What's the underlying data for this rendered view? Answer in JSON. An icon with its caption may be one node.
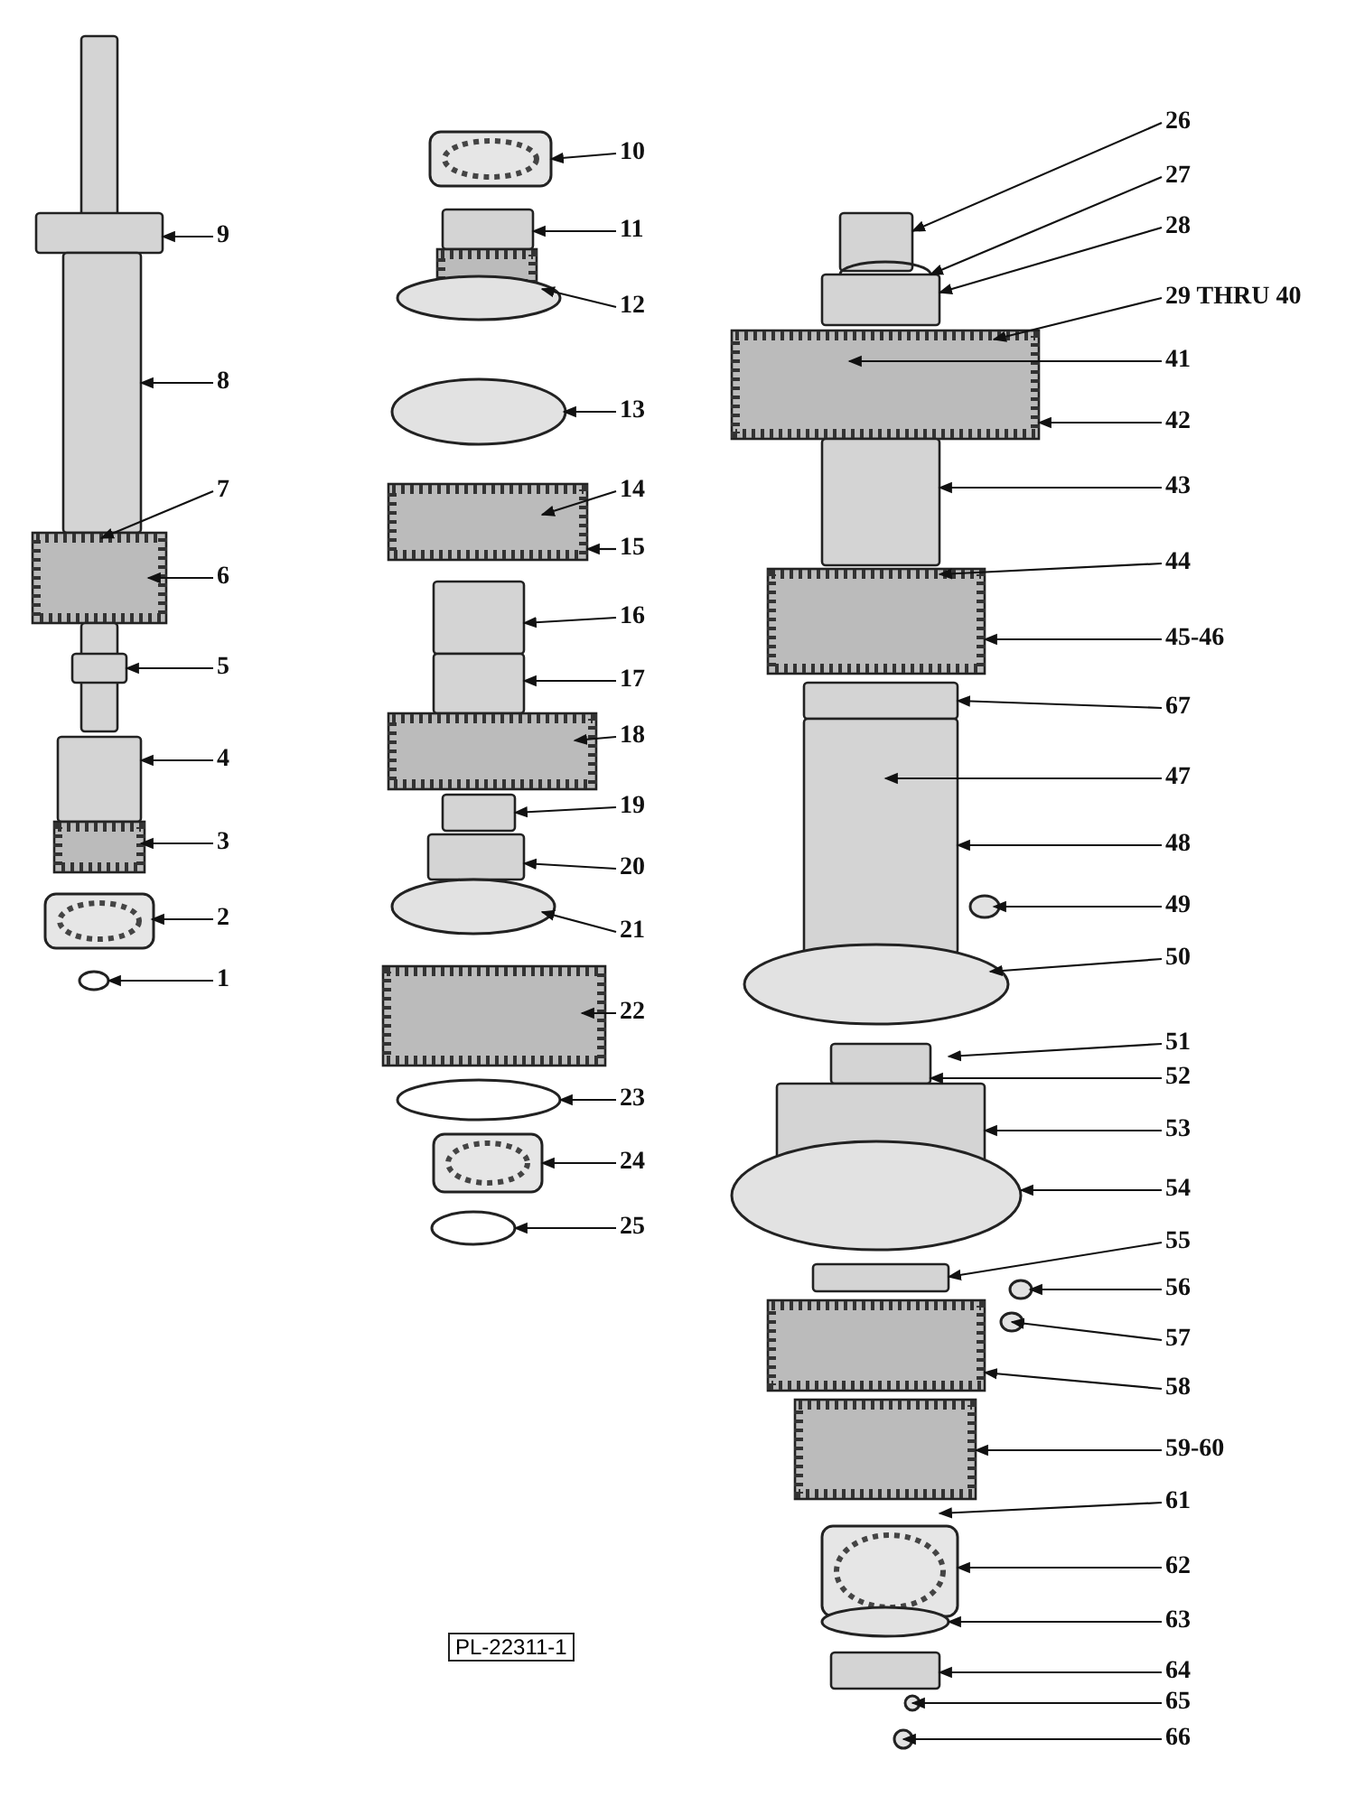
{
  "diagram": {
    "nodes": [
      {
        "text": [
          "1"
        ]
      },
      {
        "text": [
          "2"
        ]
      },
      {
        "text": [
          "3"
        ]
      },
      {
        "text": [
          "4"
        ]
      },
      {
        "text": [
          "5"
        ]
      },
      {
        "text": [
          "6"
        ]
      },
      {
        "text": [
          "7"
        ]
      },
      {
        "text": [
          "8"
        ]
      },
      {
        "text": [
          "9"
        ]
      },
      {
        "text": [
          "10"
        ]
      },
      {
        "text": [
          "11"
        ]
      },
      {
        "text": [
          "12"
        ]
      },
      {
        "text": [
          "13"
        ]
      },
      {
        "text": [
          "14"
        ]
      },
      {
        "text": [
          "15"
        ]
      },
      {
        "text": [
          "16"
        ]
      },
      {
        "text": [
          "17"
        ]
      },
      {
        "text": [
          "18"
        ]
      },
      {
        "text": [
          "19"
        ]
      },
      {
        "text": [
          "20"
        ]
      },
      {
        "text": [
          "21"
        ]
      },
      {
        "text": [
          "22"
        ]
      },
      {
        "text": [
          "23"
        ]
      },
      {
        "text": [
          "24"
        ]
      },
      {
        "text": [
          "25"
        ]
      },
      {
        "text": [
          "26"
        ]
      },
      {
        "text": [
          "27"
        ]
      },
      {
        "text": [
          "28"
        ]
      },
      {
        "text": [
          "29 THRU 40"
        ]
      },
      {
        "text": [
          "41"
        ]
      },
      {
        "text": [
          "42"
        ]
      },
      {
        "text": [
          "43"
        ]
      },
      {
        "text": [
          "44"
        ]
      },
      {
        "text": [
          "45-46"
        ]
      },
      {
        "text": [
          "67"
        ]
      },
      {
        "text": [
          "47"
        ]
      },
      {
        "text": [
          "48"
        ]
      },
      {
        "text": [
          "49"
        ]
      },
      {
        "text": [
          "50"
        ]
      },
      {
        "text": [
          "51"
        ]
      },
      {
        "text": [
          "52"
        ]
      },
      {
        "text": [
          "53"
        ]
      },
      {
        "text": [
          "54"
        ]
      },
      {
        "text": [
          "55"
        ]
      },
      {
        "text": [
          "56"
        ]
      },
      {
        "text": [
          "57"
        ]
      },
      {
        "text": [
          "58"
        ]
      },
      {
        "text": [
          "59-60"
        ]
      },
      {
        "text": [
          "61"
        ]
      },
      {
        "text": [
          "62"
        ]
      },
      {
        "text": [
          "63"
        ]
      },
      {
        "text": [
          "64"
        ]
      },
      {
        "text": [
          "65"
        ]
      },
      {
        "text": [
          "66"
        ]
      }
    ],
    "edges": [
      {
        "from": 0,
        "to": null,
        "arrow": "to"
      },
      {
        "from": 1,
        "to": null,
        "arrow": "to"
      },
      {
        "from": 2,
        "to": null,
        "arrow": "to"
      },
      {
        "from": 3,
        "to": null,
        "arrow": "to"
      },
      {
        "from": 4,
        "to": null,
        "arrow": "to"
      },
      {
        "from": 5,
        "to": null,
        "arrow": "to"
      },
      {
        "from": 6,
        "to": null,
        "arrow": "to"
      },
      {
        "from": 7,
        "to": null,
        "arrow": "to"
      },
      {
        "from": 8,
        "to": null,
        "arrow": "to"
      },
      {
        "from": 9,
        "to": null,
        "arrow": "to"
      },
      {
        "from": 10,
        "to": null,
        "arrow": "to"
      },
      {
        "from": 11,
        "to": null,
        "arrow": "to"
      },
      {
        "from": 12,
        "to": null,
        "arrow": "to"
      },
      {
        "from": 13,
        "to": null,
        "arrow": "to"
      },
      {
        "from": 14,
        "to": null,
        "arrow": "to"
      },
      {
        "from": 15,
        "to": null,
        "arrow": "to"
      },
      {
        "from": 16,
        "to": null,
        "arrow": "to"
      },
      {
        "from": 17,
        "to": null,
        "arrow": "to"
      },
      {
        "from": 18,
        "to": null,
        "arrow": "to"
      },
      {
        "from": 19,
        "to": null,
        "arrow": "to"
      },
      {
        "from": 20,
        "to": null,
        "arrow": "to"
      },
      {
        "from": 21,
        "to": null,
        "arrow": "to"
      },
      {
        "from": 22,
        "to": null,
        "arrow": "to"
      },
      {
        "from": 23,
        "to": null,
        "arrow": "to"
      },
      {
        "from": 24,
        "to": null,
        "arrow": "to"
      },
      {
        "from": 25,
        "to": null,
        "arrow": "to"
      },
      {
        "from": 26,
        "to": null,
        "arrow": "to"
      },
      {
        "from": 27,
        "to": null,
        "arrow": "to"
      },
      {
        "from": 28,
        "to": null,
        "arrow": "to"
      },
      {
        "from": 29,
        "to": null,
        "arrow": "to"
      },
      {
        "from": 30,
        "to": null,
        "arrow": "to"
      },
      {
        "from": 31,
        "to": null,
        "arrow": "to"
      },
      {
        "from": 32,
        "to": null,
        "arrow": "to"
      },
      {
        "from": 33,
        "to": null,
        "arrow": "to"
      },
      {
        "from": 34,
        "to": null,
        "arrow": "to"
      },
      {
        "from": 35,
        "to": null,
        "arrow": "to"
      },
      {
        "from": 36,
        "to": null,
        "arrow": "to"
      },
      {
        "from": 37,
        "to": null,
        "arrow": "to"
      },
      {
        "from": 38,
        "to": null,
        "arrow": "to"
      },
      {
        "from": 39,
        "to": null,
        "arrow": "to"
      },
      {
        "from": 40,
        "to": null,
        "arrow": "to"
      },
      {
        "from": 41,
        "to": null,
        "arrow": "to"
      },
      {
        "from": 42,
        "to": null,
        "arrow": "to"
      },
      {
        "from": 43,
        "to": null,
        "arrow": "to"
      },
      {
        "from": 44,
        "to": null,
        "arrow": "to"
      },
      {
        "from": 45,
        "to": null,
        "arrow": "to"
      },
      {
        "from": 46,
        "to": null,
        "arrow": "to"
      },
      {
        "from": 47,
        "to": null,
        "arrow": "to"
      },
      {
        "from": 48,
        "to": null,
        "arrow": "to"
      },
      {
        "from": 49,
        "to": null,
        "arrow": "to"
      },
      {
        "from": 50,
        "to": null,
        "arrow": "to"
      },
      {
        "from": 51,
        "to": null,
        "arrow": "to"
      },
      {
        "from": 52,
        "to": null,
        "arrow": "to"
      },
      {
        "from": 53,
        "to": null,
        "arrow": "to"
      }
    ],
    "labels": [
      "PL-22311-1"
    ]
  }
}
